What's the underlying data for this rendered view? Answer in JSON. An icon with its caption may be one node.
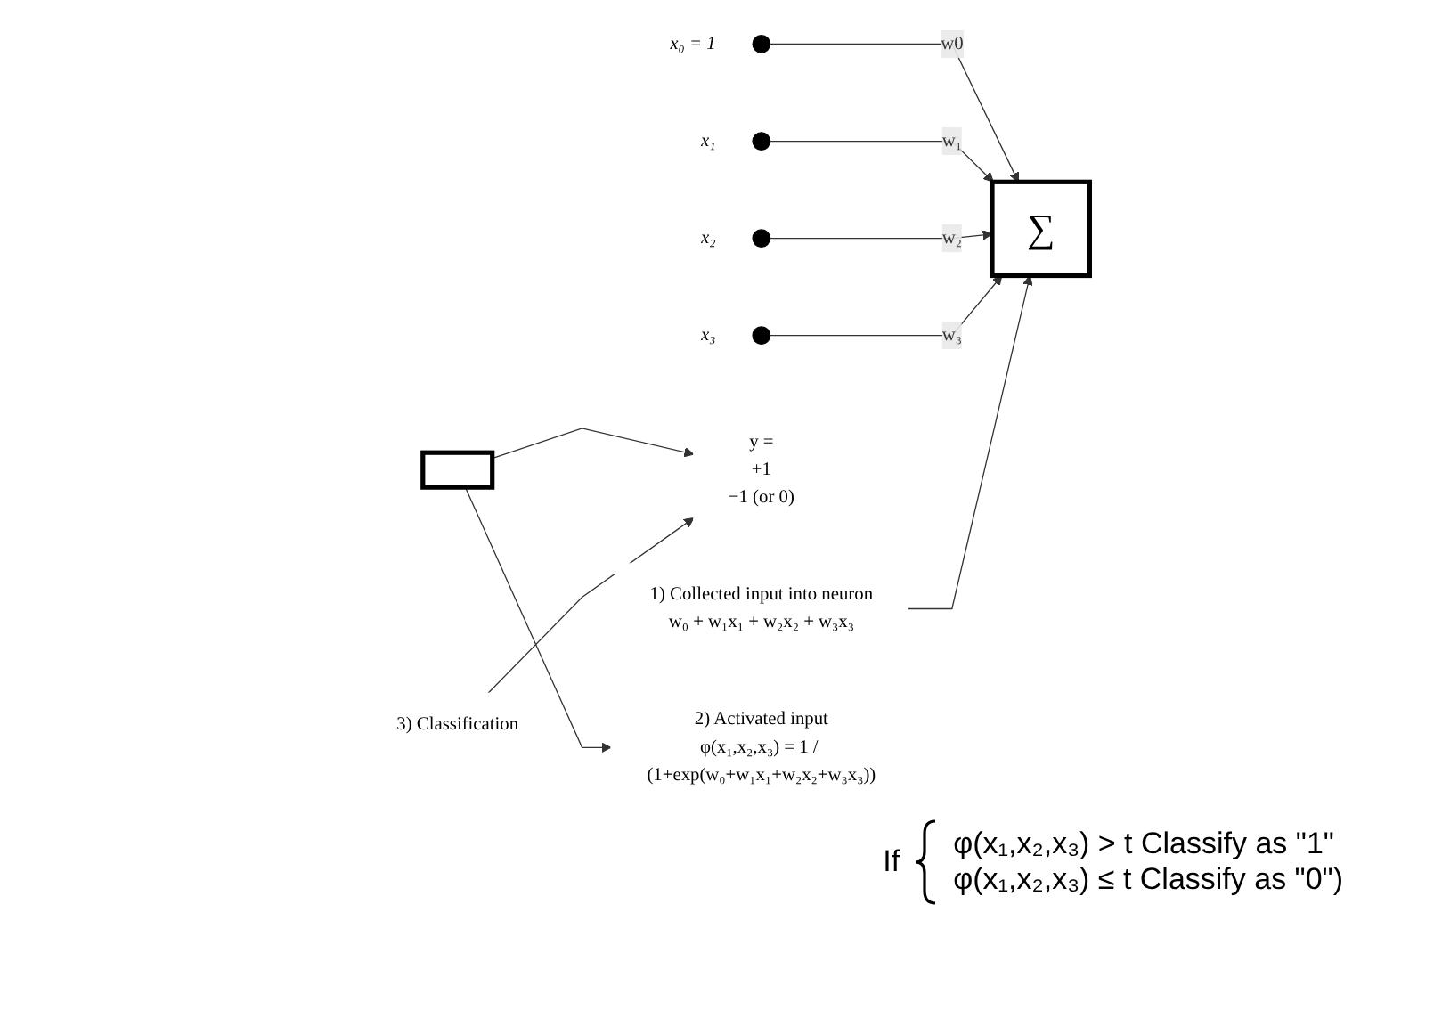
{
  "diagram": {
    "nodes": [
      {
        "text": [],
        "shape": "circle",
        "beside": [
          "x₀ = 1"
        ]
      },
      {
        "text": [],
        "shape": "circle",
        "beside": [
          "x₁"
        ]
      },
      {
        "text": [],
        "shape": "circle",
        "beside": [
          "x₂"
        ]
      },
      {
        "text": [],
        "shape": "circle",
        "beside": [
          "x₃"
        ]
      },
      {
        "text": [
          "∑"
        ]
      },
      {
        "text": [],
        "shape": "box"
      },
      {
        "text": [
          "y =",
          "+1",
          "−1 (or 0)"
        ]
      },
      {
        "text": [
          "1) Collected input into neuron",
          "w₀ + w₁x₁ + w₂x₂ + w₃x₃"
        ]
      },
      {
        "text": [
          "2) Activated input",
          "φ(x₁,x₂,x₃) = 1 / (1+exp(w₀+w₁x₁+w₂x₂+w₃x₃))"
        ]
      },
      {
        "text": [
          "3) Classification"
        ]
      }
    ],
    "edges": [
      {
        "from": 0,
        "to": 4,
        "arrow": "to",
        "label": "w0"
      },
      {
        "from": 1,
        "to": 4,
        "arrow": "to",
        "label": "w₁"
      },
      {
        "from": 2,
        "to": 4,
        "arrow": "to",
        "label": "w₂"
      },
      {
        "from": 3,
        "to": 4,
        "arrow": "to",
        "label": "w₃"
      },
      {
        "from": 5,
        "to": 6,
        "arrow": "to"
      },
      {
        "from": 7,
        "to": 4,
        "arrow": "to"
      },
      {
        "from": 5,
        "to": 8,
        "arrow": "to"
      },
      {
        "from": 9,
        "to": 6,
        "arrow": "to"
      }
    ],
    "labels": [
      "If",
      "φ(x₁,x₂,x₃) > t Classify as \"1\"",
      "φ(x₁,x₂,x₃) ≤ t Classify as \"0\")"
    ]
  }
}
